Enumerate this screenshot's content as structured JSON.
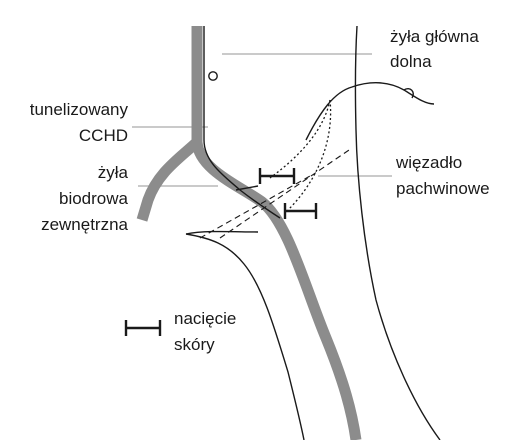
{
  "labels": {
    "vena_cava_line1": "żyła główna",
    "vena_cava_line2": "dolna",
    "cchd_line1": "tunelizowany",
    "cchd_line2": "CCHD",
    "femoral_line1": "żyła",
    "femoral_line2": "biodrowa",
    "femoral_line3": "zewnętrzna",
    "ligament_line1": "więzadło",
    "ligament_line2": "pachwinowe",
    "incision_line1": "nacięcie",
    "incision_line2": "skóry"
  },
  "colors": {
    "vein": "#8c8c8c",
    "line": "#1a1a1a",
    "leader": "#b8b8b8",
    "text": "#1a1a1a"
  }
}
